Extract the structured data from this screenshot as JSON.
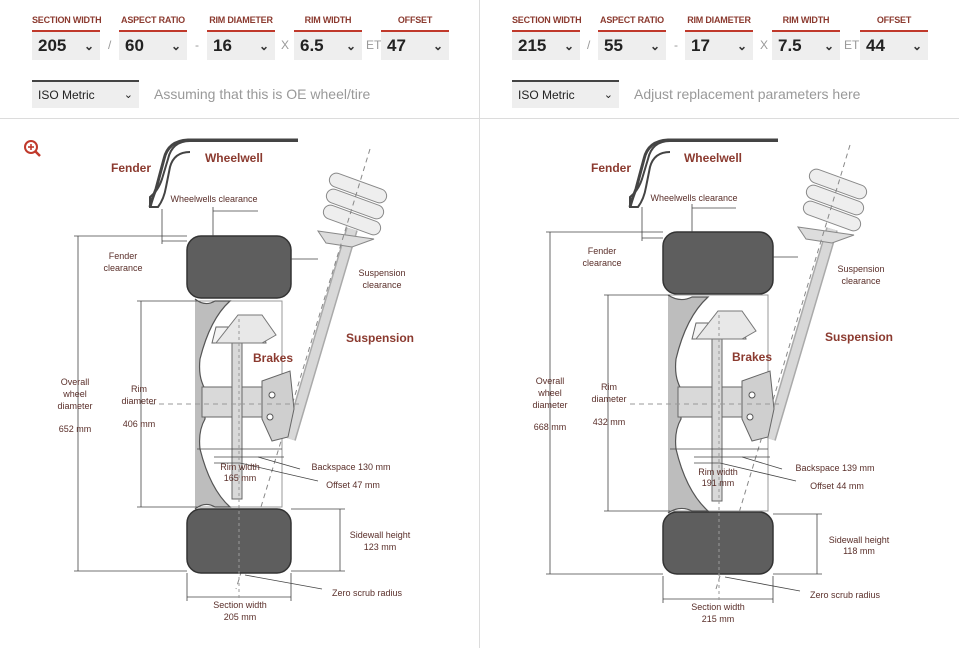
{
  "left": {
    "fields": [
      {
        "label": "SECTION WIDTH",
        "value": "205"
      },
      {
        "label": "ASPECT RATIO",
        "value": "60"
      },
      {
        "label": "RIM DIAMETER",
        "value": "16"
      },
      {
        "label": "RIM WIDTH",
        "value": "6.5"
      },
      {
        "label": "OFFSET",
        "value": "47"
      }
    ],
    "separators": [
      "/",
      "-",
      "X",
      "ET"
    ],
    "unit": "ISO Metric",
    "hint": "Assuming that this is OE wheel/tire",
    "diagram": {
      "fender": "Fender",
      "wheelwell": "Wheelwell",
      "wheelwells_clearance": "Wheelwells clearance",
      "fender_clearance_1": "Fender",
      "fender_clearance_2": "clearance",
      "suspension_clearance_1": "Suspension",
      "suspension_clearance_2": "clearance",
      "suspension": "Suspension",
      "brakes": "Brakes",
      "overall_1": "Overall",
      "overall_2": "wheel",
      "overall_3": "diameter",
      "overall_value": "652 mm",
      "rim_1": "Rim",
      "rim_2": "diameter",
      "rim_value": "406 mm",
      "rim_width_1": "Rim width",
      "rim_width_2": "165 mm",
      "backspace": "Backspace 130 mm",
      "offset": "Offset 47 mm",
      "sidewall_1": "Sidewall height",
      "sidewall_2": "123 mm",
      "zero_scrub": "Zero scrub radius",
      "section_1": "Section width",
      "section_2": "205 mm"
    }
  },
  "right": {
    "fields": [
      {
        "label": "SECTION WIDTH",
        "value": "215"
      },
      {
        "label": "ASPECT RATIO",
        "value": "55"
      },
      {
        "label": "RIM DIAMETER",
        "value": "17"
      },
      {
        "label": "RIM WIDTH",
        "value": "7.5"
      },
      {
        "label": "OFFSET",
        "value": "44"
      }
    ],
    "separators": [
      "/",
      "-",
      "X",
      "ET"
    ],
    "unit": "ISO Metric",
    "hint": "Adjust replacement parameters here",
    "diagram": {
      "fender": "Fender",
      "wheelwell": "Wheelwell",
      "wheelwells_clearance": "Wheelwells clearance",
      "fender_clearance_1": "Fender",
      "fender_clearance_2": "clearance",
      "suspension_clearance_1": "Suspension",
      "suspension_clearance_2": "clearance",
      "suspension": "Suspension",
      "brakes": "Brakes",
      "overall_1": "Overall",
      "overall_2": "wheel",
      "overall_3": "diameter",
      "overall_value": "668 mm",
      "rim_1": "Rim",
      "rim_2": "diameter",
      "rim_value": "432 mm",
      "rim_width_1": "Rim width",
      "rim_width_2": "191 mm",
      "backspace": "Backspace 139 mm",
      "offset": "Offset 44 mm",
      "sidewall_1": "Sidewall height",
      "sidewall_2": "118 mm",
      "zero_scrub": "Zero scrub radius",
      "section_1": "Section width",
      "section_2": "215 mm"
    }
  },
  "icons": {
    "zoom": "zoom-in-icon"
  },
  "colors": {
    "accent": "#c0392b",
    "label_red": "#8b3a2f",
    "tire": "#5e5e5e"
  }
}
